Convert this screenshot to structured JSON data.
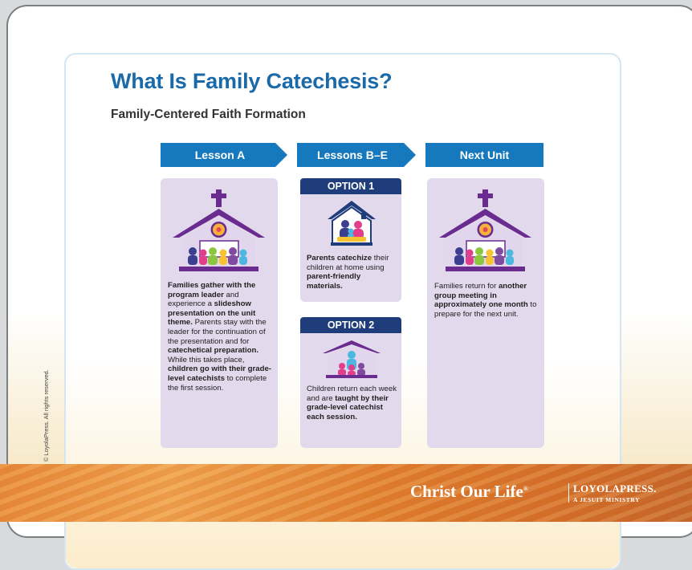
{
  "page": {
    "title": "What Is Family Catechesis?",
    "subtitle": "Family-Centered Faith Formation",
    "copyright": "© LoyolaPress. All rights reserved."
  },
  "steps": [
    {
      "label": "Lesson A"
    },
    {
      "label": "Lessons B–E"
    },
    {
      "label": "Next Unit"
    }
  ],
  "options": [
    {
      "label": "OPTION 1"
    },
    {
      "label": "OPTION 2"
    }
  ],
  "panels": {
    "lesson_a": [
      {
        "text": "Families gather with the program leader",
        "bold": true
      },
      {
        "text": " and experience a ",
        "bold": false
      },
      {
        "text": "slideshow presentation on the unit theme.",
        "bold": true
      },
      {
        "text": " Parents stay with the leader for the continuation of the presentation and for ",
        "bold": false
      },
      {
        "text": "catechetical preparation.",
        "bold": true
      },
      {
        "text": " While this takes place, ",
        "bold": false
      },
      {
        "text": "children go with their grade-level catechists",
        "bold": true
      },
      {
        "text": " to complete the first session.",
        "bold": false
      }
    ],
    "option1": [
      {
        "text": "Parents catechize",
        "bold": true
      },
      {
        "text": " their children at home using ",
        "bold": false
      },
      {
        "text": "parent-friendly materials.",
        "bold": true
      }
    ],
    "option2": [
      {
        "text": "Children return each week and are ",
        "bold": false
      },
      {
        "text": "taught by their grade-level catechist each session.",
        "bold": true
      }
    ],
    "next_unit": [
      {
        "text": "Families return for ",
        "bold": false
      },
      {
        "text": "another group meeting in approximately one month",
        "bold": true
      },
      {
        "text": " to prepare for the next unit.",
        "bold": false
      }
    ]
  },
  "footer": {
    "brand": "Christ Our Life",
    "brand_mark": "®",
    "publisher": "LOYOLAPRESS.",
    "publisher_sub": "A JESUIT MINISTRY"
  },
  "colors": {
    "title": "#1a6aa9",
    "chevron": "#1779bd",
    "option_header": "#1f3d7a",
    "panel": "#e2d9ec",
    "church": "#6a2c8f"
  },
  "icons": [
    "church-icon",
    "house-icon",
    "classroom-icon"
  ]
}
